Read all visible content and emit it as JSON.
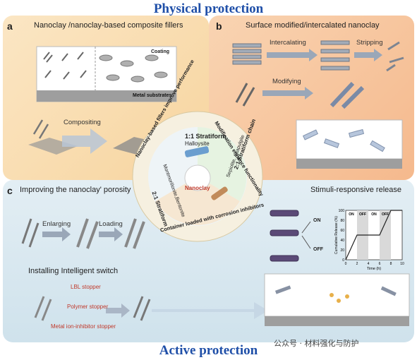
{
  "header": {
    "top": "Physical protection",
    "bottom": "Active protection"
  },
  "panel_a": {
    "letter": "a",
    "title": "Nanoclay /nanoclay-based composite fillers",
    "coating": "Coating",
    "metal": "Metal substrates",
    "compositing": "Compositing"
  },
  "panel_b": {
    "letter": "b",
    "title": "Surface modified/intercalated nanoclay",
    "intercalating": "Intercalating",
    "stripping": "Stripping",
    "modifying": "Modifying"
  },
  "panel_c": {
    "letter": "c",
    "title": "Improving the nanoclay' porosity",
    "enlarging": "Enlarging",
    "loading": "Loading",
    "switch_title": "Installing Intelligent switch",
    "stopper1": "LBL stopper",
    "stopper2": "Polymer stopper",
    "stopper3": "Metal ion-inhibitor stopper"
  },
  "stimuli": {
    "title": "Stimuli-responsive release",
    "on": "ON",
    "off": "OFF",
    "chart_on1": "ON",
    "chart_off1": "OFF",
    "chart_on2": "ON",
    "chart_off2": "OFF",
    "ylabel": "Cumulative Release (%)",
    "xlabel": "Time (h)"
  },
  "center": {
    "arc_top_left": "Nanoclay-based fillers improve performance",
    "arc_top_right": "Modification enhance functionality",
    "arc_bottom": "Container loaded with corrosion inhibitors",
    "s11": "1:1 Stratiform",
    "halloysite": "Halloysite",
    "s21_left": "2:1 Stratiform",
    "mont": "Montmorillonite,Bentonite",
    "s21_chain": "2:1 Stratiform chain",
    "sepiolite": "Sepiolite, Attapulgite",
    "core": "Nanoclay"
  },
  "watermark": "公众号 · 材料强化与防护",
  "chart_data": {
    "type": "line",
    "x": [
      0,
      2,
      4,
      6,
      8,
      10
    ],
    "y": [
      0,
      50,
      50,
      50,
      100,
      100
    ],
    "xlim": [
      0,
      10
    ],
    "ylim": [
      0,
      100
    ],
    "xticks": [
      0,
      2,
      4,
      6,
      8,
      10
    ],
    "yticks": [
      0,
      20,
      40,
      60,
      80,
      100
    ],
    "xlabel": "Time (h)",
    "ylabel": "Cumulative Release (%)",
    "off_bands": [
      [
        2,
        4
      ],
      [
        6,
        8
      ]
    ]
  },
  "colors": {
    "title_blue": "#1f4fa8",
    "panel_a": "#fbe6c4",
    "panel_b": "#f8c9a3",
    "panel_c": "#d6e6ef",
    "accent_red": "#c0392b"
  }
}
